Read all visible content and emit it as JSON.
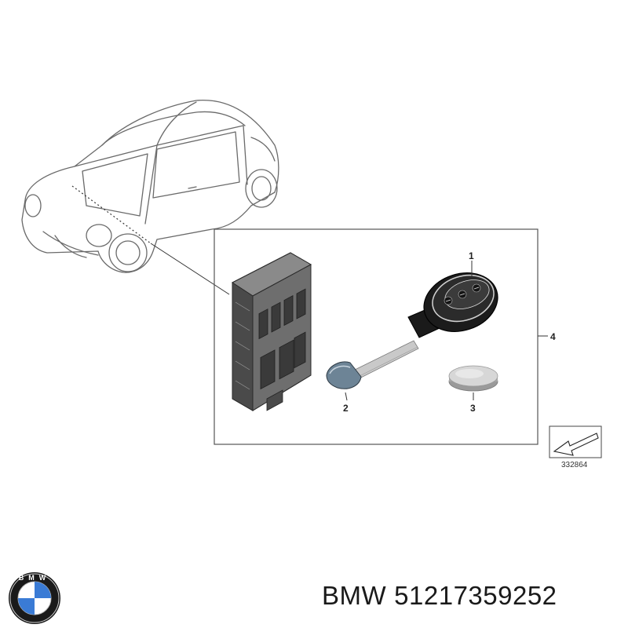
{
  "callouts": {
    "key_fob": "1",
    "emergency_key": "2",
    "battery": "3",
    "set": "4"
  },
  "diagram_ref": "332864",
  "caption": {
    "brand": "BMW",
    "part_number": "51217359252"
  },
  "logo": {
    "letters": "BMW",
    "colors": {
      "blue": "#3a7bd5",
      "ring": "#111111",
      "white": "#ffffff"
    }
  }
}
